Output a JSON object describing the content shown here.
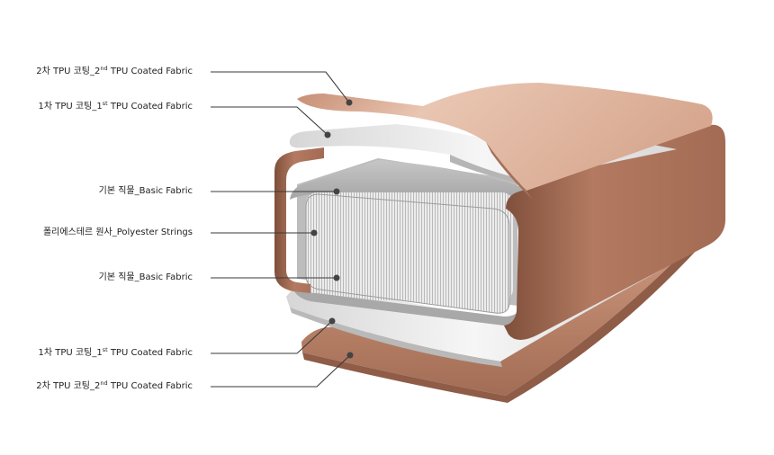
{
  "layers": [
    {
      "id": "top-outer",
      "korean": "2차 TPU 코팅",
      "sep": "_",
      "ordinal": "2",
      "ordinal_suffix": "nd",
      "name": "TPU Coated Fabric"
    },
    {
      "id": "top-inner",
      "korean": "1차 TPU 코팅",
      "sep": "_",
      "ordinal": "1",
      "ordinal_suffix": "st",
      "name": "TPU Coated Fabric"
    },
    {
      "id": "top-basic",
      "korean": "기본 직물",
      "sep": "_",
      "ordinal": "",
      "ordinal_suffix": "",
      "name": "Basic Fabric"
    },
    {
      "id": "core",
      "korean": "폴리에스테르 원사",
      "sep": "_",
      "ordinal": "",
      "ordinal_suffix": "",
      "name": "Polyester Strings"
    },
    {
      "id": "bottom-basic",
      "korean": "기본 직물",
      "sep": "_",
      "ordinal": "",
      "ordinal_suffix": "",
      "name": "Basic Fabric"
    },
    {
      "id": "bottom-inner",
      "korean": "1차 TPU 코팅",
      "sep": "_",
      "ordinal": "1",
      "ordinal_suffix": "st",
      "name": "TPU Coated Fabric"
    },
    {
      "id": "bottom-outer",
      "korean": "2차 TPU 코팅",
      "sep": "_",
      "ordinal": "2",
      "ordinal_suffix": "nd",
      "name": "TPU Coated Fabric"
    }
  ],
  "colors": {
    "tpu_outer": "#c98f74",
    "tpu_outer_light": "#e4bea9",
    "tpu_outer_dark": "#9e6a53",
    "tpu_inner": "#e2e2e2",
    "tpu_inner_dark": "#bdbdbd",
    "basic_fabric": "#d0d0d0",
    "strings": "#f0f0f0",
    "leader_line": "#3a3a3a"
  }
}
